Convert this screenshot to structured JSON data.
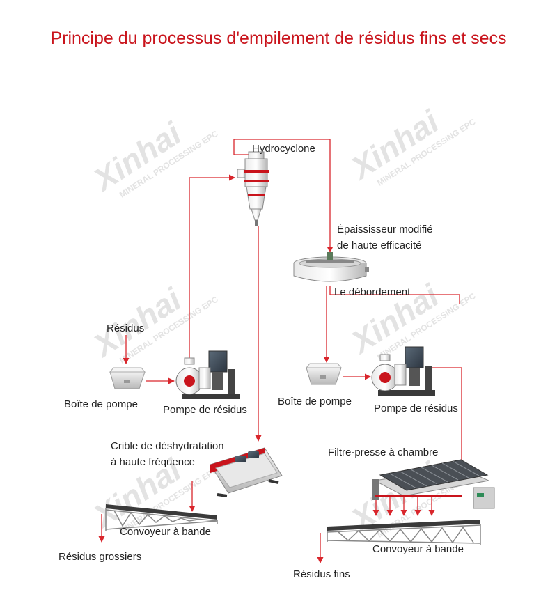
{
  "title": "Principe du processus d'empilement de résidus fins et secs",
  "colors": {
    "title": "#c9141c",
    "flow": "#d9262c",
    "label": "#222222",
    "watermark": "#e3e3e3"
  },
  "watermark": {
    "brand": "Xinhai",
    "tagline": "MINERAL PROCESSING EPC"
  },
  "nodes": {
    "hydrocyclone": "Hydrocyclone",
    "thickener_line1": "Épaississeur modifié",
    "thickener_line2": "de haute efficacité",
    "overflow": "Le débordement",
    "tailings_input": "Résidus",
    "pump_box_left": "Boîte de pompe",
    "slurry_pump_left": "Pompe de résidus",
    "pump_box_right": "Boîte de pompe",
    "slurry_pump_right": "Pompe de résidus",
    "screen_line1": "Crible de déshydratation",
    "screen_line2": "à haute fréquence",
    "filter_press": "Filtre-presse à chambre",
    "conveyor_left": "Convoyeur à bande",
    "conveyor_right": "Convoyeur à bande",
    "coarse_tailings": "Résidus grossiers",
    "fine_tailings": "Résidus fins"
  },
  "equipment_brand": "Xinhai"
}
